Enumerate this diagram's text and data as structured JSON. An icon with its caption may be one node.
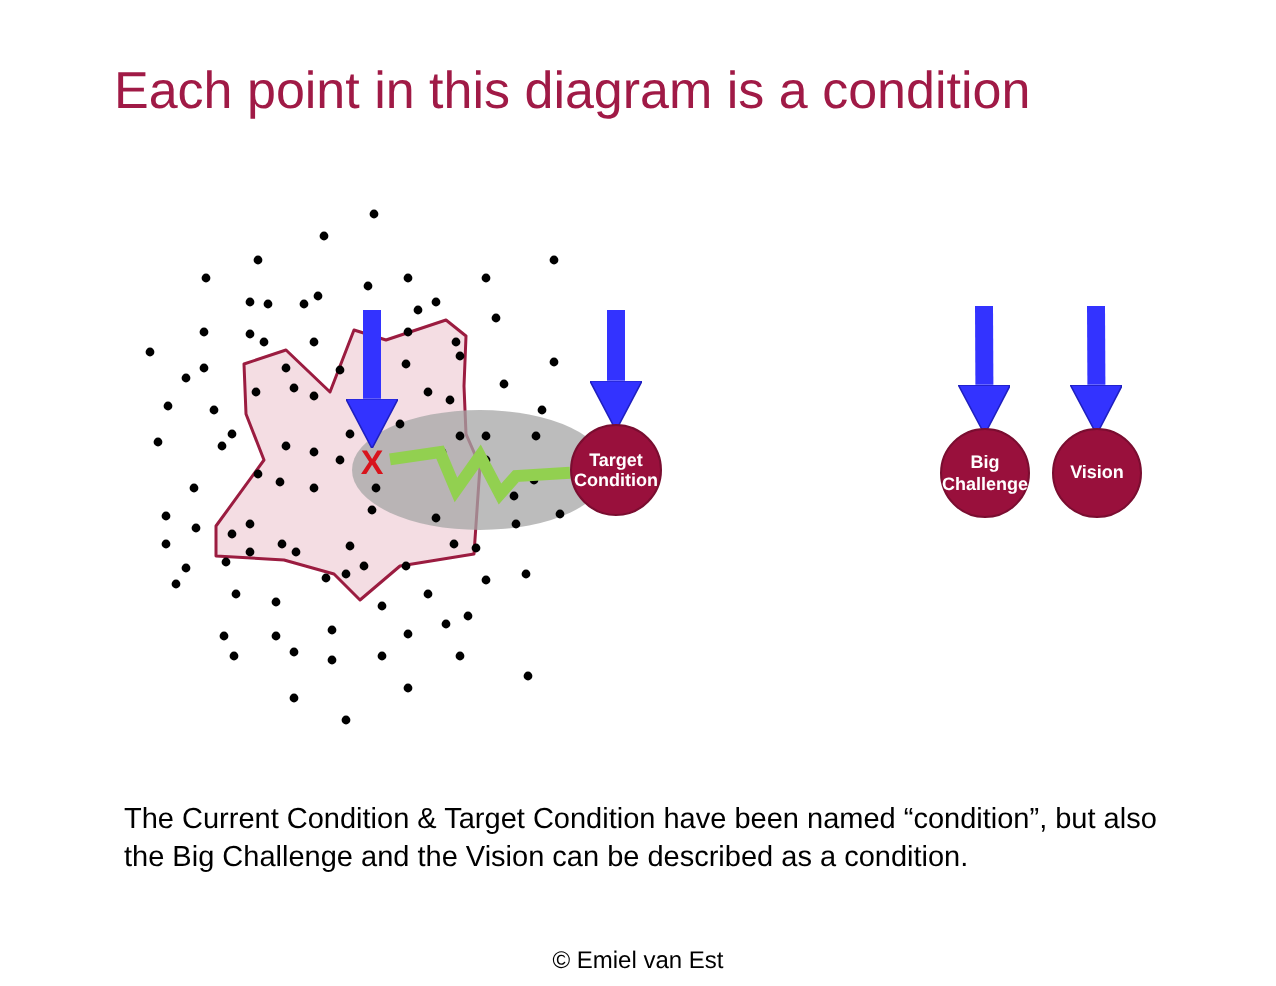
{
  "diagram": {
    "title": "Each point in this diagram is a condition",
    "nodes": [
      {
        "text": [
          "X"
        ]
      },
      {
        "text": [
          "Target Condition"
        ]
      },
      {
        "text": [
          "Big Challenge"
        ]
      },
      {
        "text": [
          "Vision"
        ]
      }
    ],
    "edges": [
      {
        "from": null,
        "to": 0,
        "arrow": "to"
      },
      {
        "from": null,
        "to": 1,
        "arrow": "to"
      },
      {
        "from": null,
        "to": 2,
        "arrow": "to"
      },
      {
        "from": null,
        "to": 3,
        "arrow": "to"
      },
      {
        "from": 0,
        "to": 1,
        "arrow": "none",
        "color": "#92d050"
      }
    ],
    "labels": [
      "The Current Condition & Target Condition have been named “condition”, but also the Big Challenge and the Vision can be described as a condition.",
      "© Emiel van Est"
    ]
  }
}
